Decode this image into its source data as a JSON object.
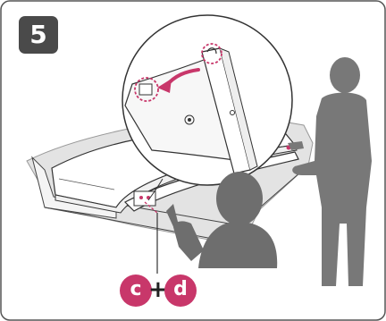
{
  "step": {
    "number": "5"
  },
  "callouts": {
    "part_c": "c",
    "plus": "+",
    "part_d": "d"
  },
  "colors": {
    "accent": "#c8376a",
    "badge": "#4a4a4a",
    "silhouette": "#787878",
    "line": "#333333",
    "foam": "#e0e0e0"
  },
  "icons": [
    "rotate-arrow-icon",
    "person-silhouette",
    "child-silhouette",
    "screw-hole-icon"
  ]
}
